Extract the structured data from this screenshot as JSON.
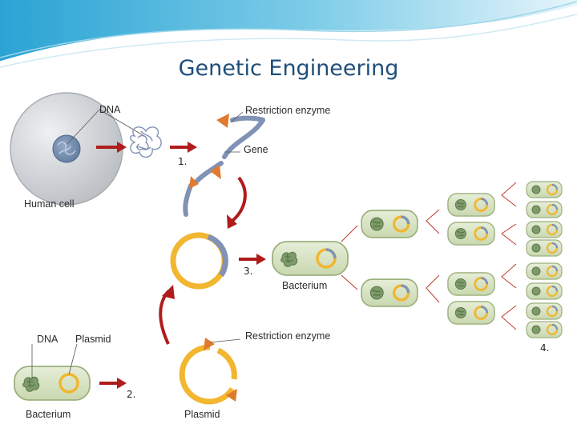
{
  "slide": {
    "title": "Genetic Engineering",
    "accent_color": "#1f4e79",
    "header_colors": [
      "#3fb0d9",
      "#bfe6f4",
      "#e8f6fb"
    ]
  },
  "diagram": {
    "labels": {
      "dna_top": "DNA",
      "restriction_enzyme_top": "Restriction enzyme",
      "gene": "Gene",
      "human_cell": "Human cell",
      "bacterium_center": "Bacterium",
      "dna_bottom": "DNA",
      "plasmid_top": "Plasmid",
      "restriction_enzyme_bottom": "Restriction enzyme",
      "bacterium_bottom": "Bacterium",
      "plasmid_bottom": "Plasmid"
    },
    "steps": [
      "1.",
      "2.",
      "3.",
      "4."
    ],
    "colors": {
      "arrow_red": "#b01c1c",
      "plasmid_yellow": "#f2b630",
      "gene_blue": "#8092b5",
      "enzyme_orange": "#e07a2e",
      "bacterium_fill": "#d6e3c2",
      "bacterium_stroke": "#9cb07d",
      "cell_grey": "#c9cbce",
      "nucleus_blue": "#6d86a8",
      "pointer_lines": "#c0392b"
    }
  }
}
